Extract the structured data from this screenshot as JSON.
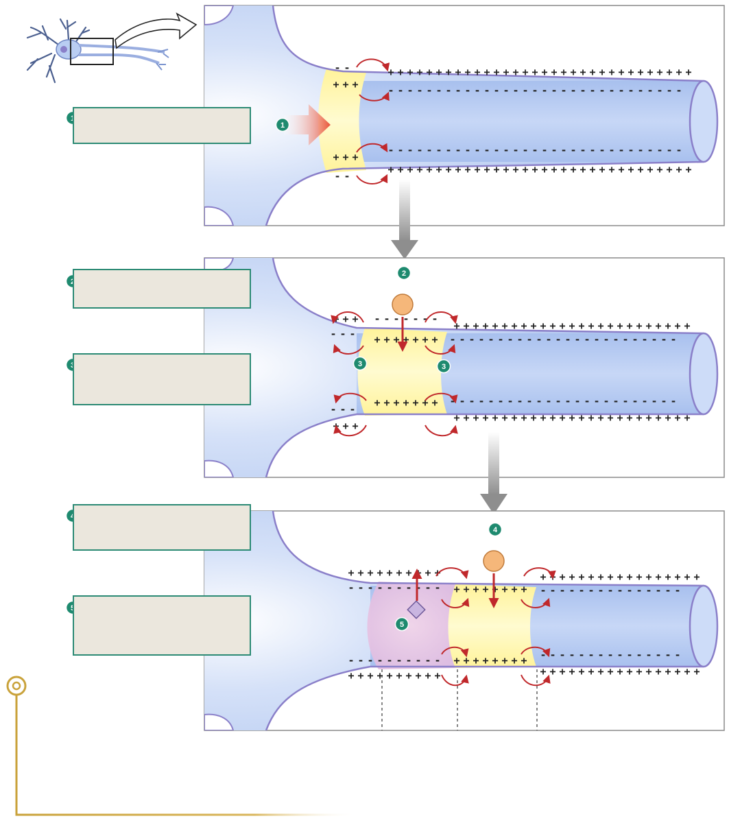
{
  "markers": {
    "step1": "1",
    "step2": "2",
    "step3": "3",
    "step4": "4",
    "step5": "5"
  },
  "membrane_signs": {
    "positive": "+",
    "negative": "-"
  },
  "icons": {
    "gold_pin": "target-ring-icon",
    "neuron": "neuron-icon"
  },
  "colors": {
    "axon_fill": "#b9cdf2",
    "membrane": "#8a7fc9",
    "depolarized_zone": "#fff5a0",
    "refractory_zone": "#ecc8e0",
    "marker_fill": "#1e8a6f",
    "current_arrow": "#c0282b",
    "ion_circle": "#f5b77a",
    "ion_diamond": "#c9b5e0",
    "answer_box_fill": "#ebe7dd",
    "answer_box_border": "#2b8a74",
    "gold_line": "#c9a23a",
    "transition_arrow": "#9a9a9a"
  }
}
